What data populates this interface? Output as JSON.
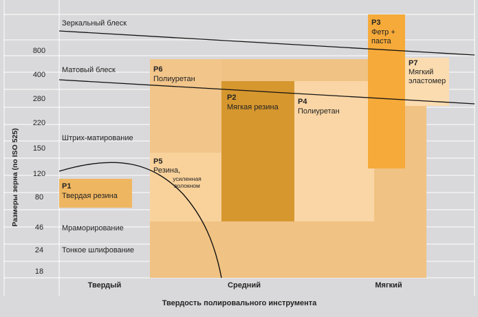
{
  "chart_data": {
    "type": "diagram",
    "xlabel": "Твердость полировального инструмента",
    "ylabel": "Размеры зерна (по ISO 525)",
    "x_categories": [
      "Твердый",
      "Средний",
      "Мягкий"
    ],
    "y_ticks": [
      "800",
      "400",
      "280",
      "220",
      "150",
      "120",
      "80",
      "46",
      "24",
      "18"
    ],
    "finish_levels": [
      "Зеркальный блеск",
      "Матовый блеск",
      "Штрих-матирование",
      "Мраморирование",
      "Тонкое шлифование"
    ],
    "regions": [
      {
        "id": "P6",
        "lines": [
          "Полиуретан"
        ],
        "color": "#f2c58a"
      },
      {
        "id": "P5",
        "lines": [
          "Резина,",
          "усиленная",
          "волокном"
        ],
        "color": "#f9d29b"
      },
      {
        "id": "P4",
        "lines": [
          "Полиуретан"
        ],
        "color": "#fad6a6"
      },
      {
        "id": "P2",
        "lines": [
          "Мягкая резина"
        ],
        "color": "#d6972f"
      },
      {
        "id": "P3",
        "lines": [
          "Фетр +",
          "паста"
        ],
        "color": "#f6aa3a"
      },
      {
        "id": "P7",
        "lines": [
          "Мягкий",
          "эластомер"
        ],
        "color": "#fbdcb0"
      },
      {
        "id": "P1",
        "lines": [
          "Твердая резина"
        ],
        "color": "#efb661"
      }
    ],
    "colors": {
      "background": "#d9d9db",
      "base_region": "#f0c283",
      "grid": "#ffffff",
      "text": "#222222"
    }
  }
}
